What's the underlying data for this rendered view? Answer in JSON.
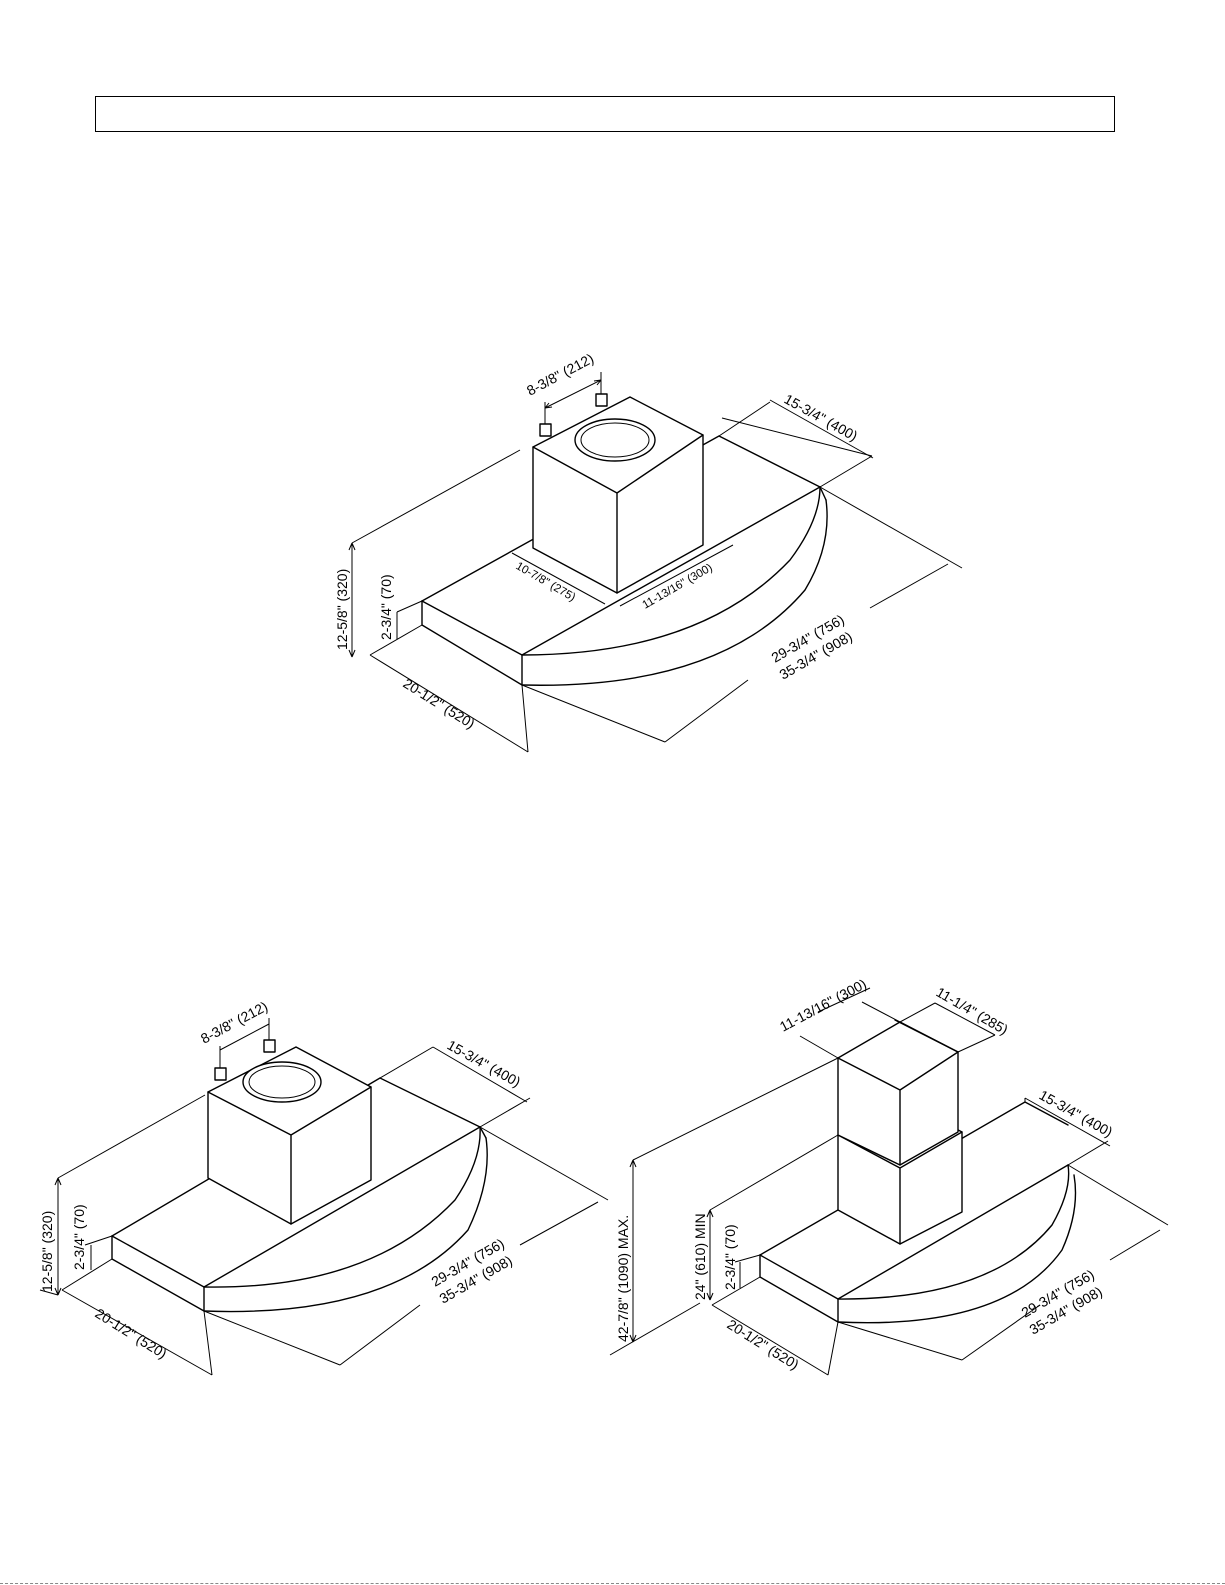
{
  "diagram_1": {
    "bracket_spacing": "8-3/8\" (212)",
    "depth": "15-3/4\" (400)",
    "total_height": "12-5/8\" (320)",
    "canopy_height": "2-3/4\" (70)",
    "front_width": "20-1/2\" (520)",
    "width_min": "29-3/4\" (756)",
    "width_max": "35-3/4\" (908)",
    "opening_depth": "10-7/8\" (275)",
    "opening_width": "11-13/16\" (300)"
  },
  "diagram_2": {
    "bracket_spacing": "8-3/8\" (212)",
    "depth": "15-3/4\" (400)",
    "total_height": "12-5/8\" (320)",
    "canopy_height": "2-3/4\" (70)",
    "front_width": "20-1/2\" (520)",
    "width_min": "29-3/4\" (756)",
    "width_max": "35-3/4\" (908)"
  },
  "diagram_3": {
    "chimney_width": "11-13/16\" (300)",
    "chimney_depth": "11-1/4\" (285)",
    "depth": "15-3/4\" (400)",
    "max_height": "42-7/8\" (1090) MAX.",
    "min_height": "24\" (610) MIN",
    "canopy_height": "2-3/4\" (70)",
    "front_width": "20-1/2\" (520)",
    "width_min": "29-3/4\" (756)",
    "width_max": "35-3/4\" (908)"
  }
}
